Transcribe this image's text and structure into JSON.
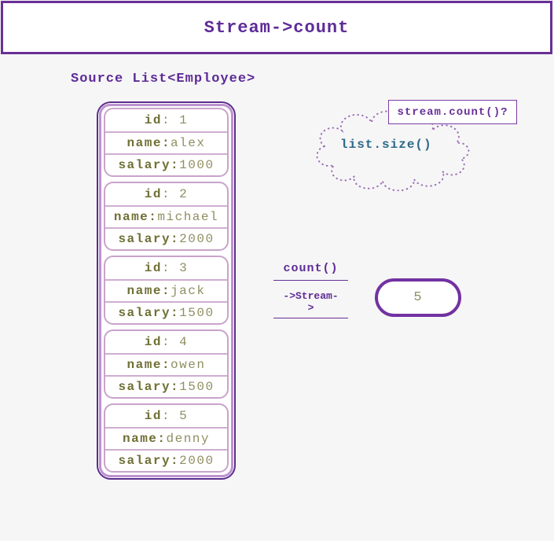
{
  "title": "Stream->count",
  "source_label": "Source List<Employee>",
  "employees": [
    {
      "id_label": "id",
      "id_value": ": 1",
      "name_label": "name:",
      "name_value": "alex",
      "salary_label": "salary:",
      "salary_value": "1000"
    },
    {
      "id_label": "id",
      "id_value": ": 2",
      "name_label": "name:",
      "name_value": "michael",
      "salary_label": "salary:",
      "salary_value": "2000"
    },
    {
      "id_label": "id",
      "id_value": ": 3",
      "name_label": "name:",
      "name_value": "jack",
      "salary_label": "salary:",
      "salary_value": "1500"
    },
    {
      "id_label": "id",
      "id_value": ": 4",
      "name_label": "name:",
      "name_value": "owen",
      "salary_label": "salary:",
      "salary_value": "1500"
    },
    {
      "id_label": "id",
      "id_value": ": 5",
      "name_label": "name:",
      "name_value": "denny",
      "salary_label": "salary:",
      "salary_value": "2000"
    }
  ],
  "thought": {
    "question_box": "stream.count()?",
    "cloud_text": "list.size()"
  },
  "operation": {
    "method_label": "count()",
    "stream_line1": "->Stream-",
    "stream_line2": ">"
  },
  "result": "5",
  "colors": {
    "accent_purple": "#6a3096",
    "dark_purple": "#5b2c8d",
    "lavender": "#bd92cf",
    "plum": "#c9a3cb",
    "olive_label": "#6f6f35",
    "olive_value": "#8f8f62",
    "teal_text": "#2d6a8a",
    "cloud_dots": "#9b6fb5",
    "background": "#f6f6f6"
  }
}
